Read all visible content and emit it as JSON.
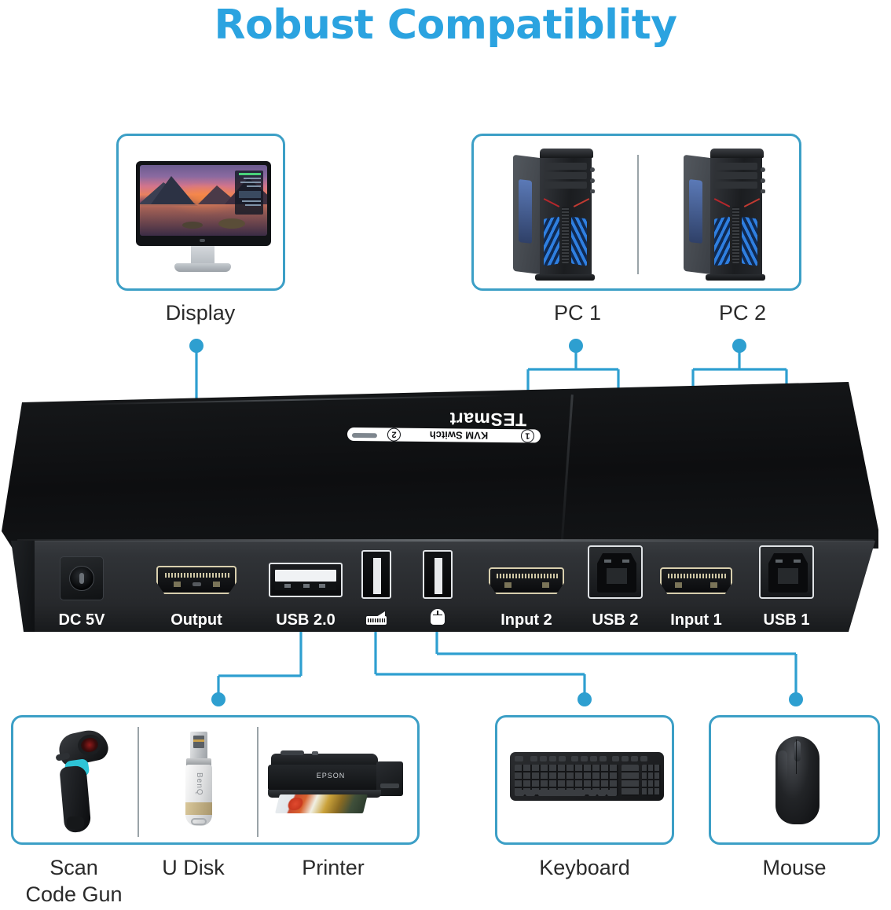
{
  "page": {
    "title": "Robust Compatiblity",
    "accent_color": "#2ba3e0",
    "box_border_color": "#3c9fc6",
    "background_color": "#ffffff",
    "caption_color": "#2a2a2a"
  },
  "top_sources": {
    "display": {
      "caption": "Display",
      "icon": "desktop-monitor-icon"
    },
    "pc1": {
      "caption": "PC 1",
      "icon": "pc-tower-icon"
    },
    "pc2": {
      "caption": "PC 2",
      "icon": "pc-tower-icon"
    }
  },
  "device": {
    "brand": "TESmart",
    "model_text": "KVM Switch",
    "button_1": "1",
    "button_2": "2",
    "ports": [
      {
        "id": "dc5v",
        "label": "DC 5V",
        "type": "dc-power-jack"
      },
      {
        "id": "output",
        "label": "Output",
        "type": "hdmi-port"
      },
      {
        "id": "usb20",
        "label": "USB 2.0",
        "type": "usb-a-port"
      },
      {
        "id": "keyboard",
        "label": "",
        "type": "usb-a-port-vertical",
        "icon": "keyboard-icon"
      },
      {
        "id": "mouse",
        "label": "",
        "type": "usb-a-port-vertical",
        "icon": "mouse-icon"
      },
      {
        "id": "input2",
        "label": "Input 2",
        "type": "hdmi-port"
      },
      {
        "id": "usb2",
        "label": "USB 2",
        "type": "usb-b-port"
      },
      {
        "id": "input1",
        "label": "Input 1",
        "type": "hdmi-port"
      },
      {
        "id": "usb1",
        "label": "USB 1",
        "type": "usb-b-port"
      }
    ]
  },
  "bottom_peripherals": {
    "usb_group": {
      "items": [
        {
          "caption": "Scan\nCode Gun",
          "icon": "barcode-scanner-icon"
        },
        {
          "caption": "U Disk",
          "icon": "usb-flash-drive-icon"
        },
        {
          "caption": "Printer",
          "icon": "printer-icon"
        }
      ]
    },
    "keyboard": {
      "caption": "Keyboard",
      "icon": "keyboard-device-icon"
    },
    "mouse": {
      "caption": "Mouse",
      "icon": "mouse-device-icon"
    }
  },
  "connections": [
    {
      "from": "display",
      "to": [
        "output"
      ]
    },
    {
      "from": "pc1",
      "to": [
        "input2",
        "usb2"
      ]
    },
    {
      "from": "pc2",
      "to": [
        "input1",
        "usb1"
      ]
    },
    {
      "from": "usb20",
      "to": [
        "usb_group"
      ]
    },
    {
      "from": "keyboard",
      "to": [
        "keyboard_box"
      ]
    },
    {
      "from": "mouse",
      "to": [
        "mouse_box"
      ]
    }
  ]
}
